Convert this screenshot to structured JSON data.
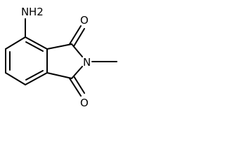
{
  "structure": {
    "atoms": {
      "amino_n": "N",
      "amino_h2": "H2",
      "carbonyl_top_o": "O",
      "carbonyl_bottom_o": "O",
      "imide_n": "N"
    }
  }
}
